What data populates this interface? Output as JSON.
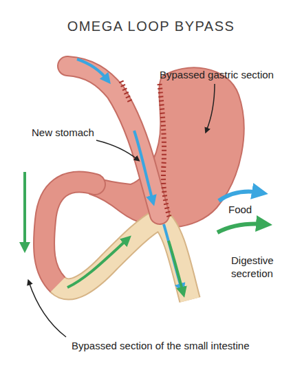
{
  "diagram": {
    "title": "OMEGA LOOP BYPASS",
    "labels": [
      "Bypassed gastric section",
      "New stomach",
      "Bypassed section of the small intestine"
    ],
    "legend": [
      {
        "text": "Food"
      },
      {
        "text": "Digestive secretion"
      }
    ]
  }
}
